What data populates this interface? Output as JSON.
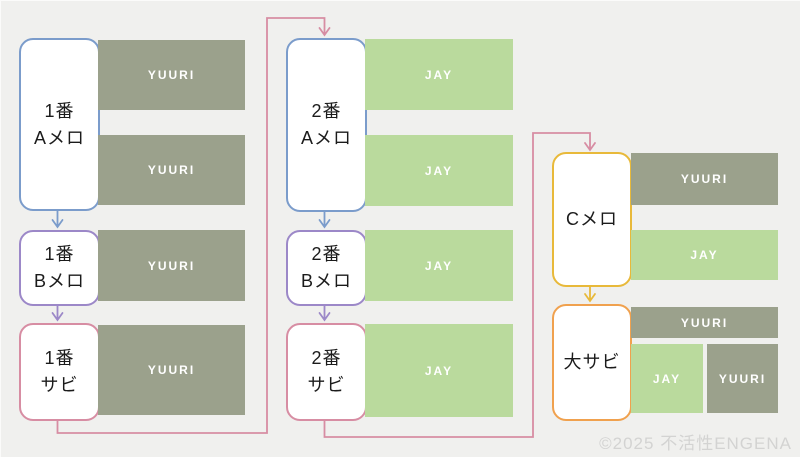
{
  "diagram": {
    "title_implicit": "song-structure-flow",
    "boxes": [
      {
        "id": "verse1-a",
        "line1": "1番",
        "line2": "Aメロ"
      },
      {
        "id": "verse1-b",
        "line1": "1番",
        "line2": "Bメロ"
      },
      {
        "id": "verse1-sabi",
        "line1": "1番",
        "line2": "サビ"
      },
      {
        "id": "verse2-a",
        "line1": "2番",
        "line2": "Aメロ"
      },
      {
        "id": "verse2-b",
        "line1": "2番",
        "line2": "Bメロ"
      },
      {
        "id": "verse2-sabi",
        "line1": "2番",
        "line2": "サビ"
      },
      {
        "id": "c-melo",
        "line1": "Cメロ"
      },
      {
        "id": "dai-sabi",
        "line1": "大サビ"
      }
    ],
    "blocks": [
      {
        "label": "YUURI",
        "color": "gray"
      },
      {
        "label": "YUURI",
        "color": "gray"
      },
      {
        "label": "YUURI",
        "color": "gray"
      },
      {
        "label": "YUURI",
        "color": "gray"
      },
      {
        "label": "JAY",
        "color": "green"
      },
      {
        "label": "JAY",
        "color": "green"
      },
      {
        "label": "JAY",
        "color": "green"
      },
      {
        "label": "JAY",
        "color": "green"
      },
      {
        "label": "YUURI",
        "color": "gray"
      },
      {
        "label": "JAY",
        "color": "green"
      },
      {
        "label": "YUURI",
        "color": "gray"
      },
      {
        "label": "JAY",
        "color": "green"
      },
      {
        "label": "YUURI",
        "color": "gray"
      }
    ],
    "edges": [
      {
        "from": "1番 Aメロ",
        "to": "1番 Bメロ",
        "color": "blue"
      },
      {
        "from": "1番 Bメロ",
        "to": "1番 サビ",
        "color": "purple"
      },
      {
        "from": "1番 サビ",
        "to": "2番 Aメロ",
        "color": "pink"
      },
      {
        "from": "2番 Aメロ",
        "to": "2番 Bメロ",
        "color": "blue"
      },
      {
        "from": "2番 Bメロ",
        "to": "2番 サビ",
        "color": "purple"
      },
      {
        "from": "2番 サビ",
        "to": "Cメロ",
        "color": "pink"
      },
      {
        "from": "Cメロ",
        "to": "大サビ",
        "color": "gold"
      }
    ],
    "colors": {
      "background": "#f0f0ee",
      "gray_block": "#9ba18c",
      "green_block": "#bada9d",
      "blue_border": "#7b9ccb",
      "purple_border": "#9c88c8",
      "pink_border": "#d78da3",
      "gold_border": "#e8b93a",
      "orange_border": "#f0a14e",
      "block_text": "#ffffff"
    }
  },
  "watermark": "©2025 不活性ENGENA"
}
